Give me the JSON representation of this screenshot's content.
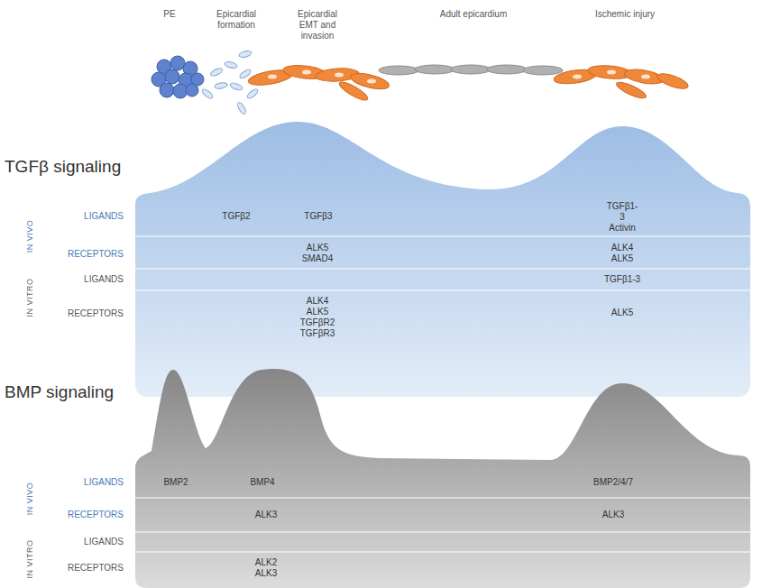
{
  "diagram": {
    "nodes": [
      {
        "text": [
          "TGFβ signaling",
          "IN VIVO",
          "LIGANDS",
          "RECEPTORS",
          "IN VITRO",
          "LIGANDS",
          "RECEPTORS",
          "TGFβ2",
          "TGFβ3",
          "TGFβ1-3 Activin",
          "ALK5 SMAD4",
          "ALK4 ALK5",
          "TGFβ1-3",
          "ALK4 ALK5 TGFβR2 TGFβR3",
          "ALK5"
        ]
      },
      {
        "text": [
          "BMP signaling",
          "IN VIVO",
          "LIGANDS",
          "RECEPTORS",
          "IN VITRO",
          "LIGANDS",
          "RECEPTORS",
          "BMP2",
          "BMP4",
          "BMP2/4/7",
          "ALK3",
          "ALK3",
          "ALK2 ALK3"
        ]
      }
    ],
    "labels": [
      "PE",
      "Epicardial formation",
      "Epicardial EMT and invasion",
      "Adult epicardium",
      "Ischemic injury"
    ]
  }
}
